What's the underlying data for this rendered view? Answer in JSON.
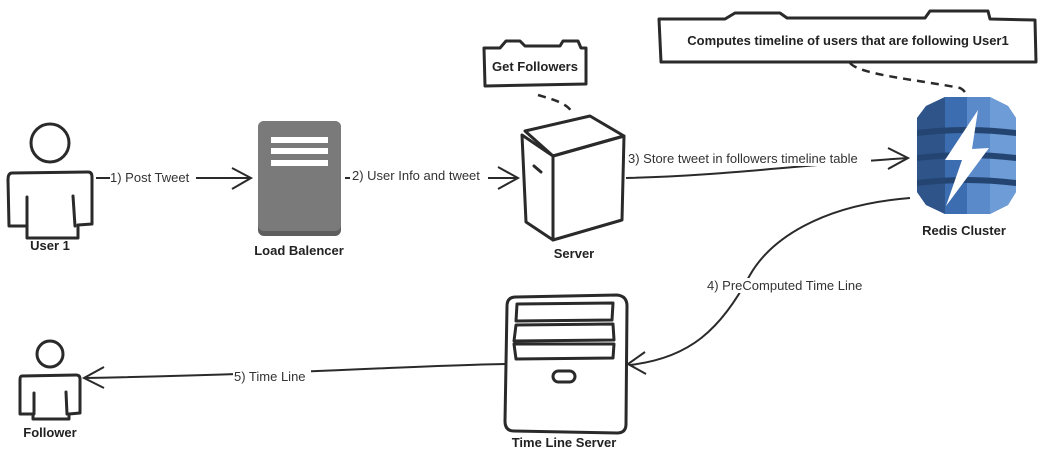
{
  "nodes": {
    "user1": {
      "label": "User 1",
      "icon": "person-icon"
    },
    "load_balancer": {
      "label": "Load Balencer",
      "icon": "server-rack-icon"
    },
    "server": {
      "label": "Server",
      "icon": "server-tower-icon"
    },
    "redis": {
      "label": "Redis Cluster",
      "icon": "redis-elasticache-icon",
      "color_dark": "#2E5489",
      "color_mid": "#3C6DB0",
      "color_light": "#6E9CD6"
    },
    "timeline_server": {
      "label": "Time Line Server",
      "icon": "server-tower-icon"
    },
    "follower": {
      "label": "Follower",
      "icon": "person-icon"
    }
  },
  "notes": {
    "get_followers": "Get Followers",
    "computes_timeline": "Computes timeline of users that are following User1"
  },
  "edges": [
    {
      "from": "user1",
      "to": "load_balancer",
      "label": "1) Post Tweet"
    },
    {
      "from": "load_balancer",
      "to": "server",
      "label": "2) User Info and tweet"
    },
    {
      "from": "server",
      "to": "redis",
      "label": "3) Store tweet in followers timeline table"
    },
    {
      "from": "redis",
      "to": "timeline_server",
      "label": "4) PreComputed Time Line"
    },
    {
      "from": "timeline_server",
      "to": "follower",
      "label": "5) Time Line"
    }
  ],
  "colors": {
    "stroke": "#2a2a2a",
    "lb_fill": "#7a7a7a",
    "lb_base": "#5e5e5e"
  }
}
